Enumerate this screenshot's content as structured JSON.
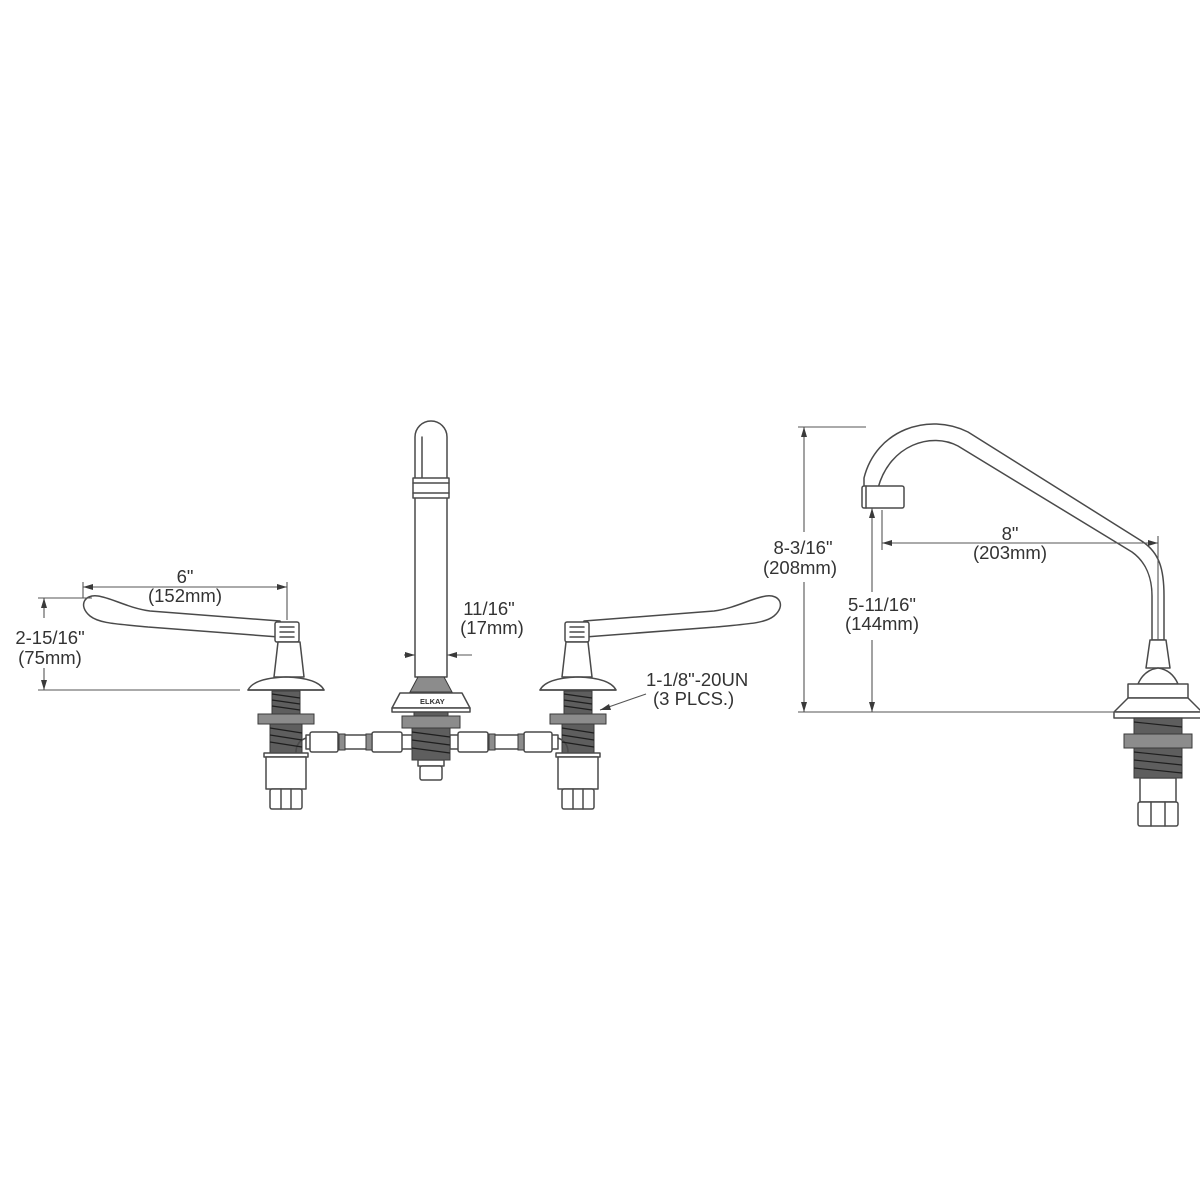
{
  "dimensions": {
    "handle_width": {
      "imperial": "6\"",
      "metric": "(152mm)"
    },
    "handle_height": {
      "imperial": "2-15/16\"",
      "metric": "(75mm)"
    },
    "spout_diameter": {
      "imperial": "11/16\"",
      "metric": "(17mm)"
    },
    "thread": {
      "spec": "1-1/8\"-20UN",
      "qty": "(3 PLCS.)"
    },
    "spout_total_height": {
      "imperial": "8-3/16\"",
      "metric": "(208mm)"
    },
    "spout_clearance": {
      "imperial": "5-11/16\"",
      "metric": "(144mm)"
    },
    "spout_reach": {
      "imperial": "8\"",
      "metric": "(203mm)"
    }
  },
  "logo_text": "ELKAY"
}
